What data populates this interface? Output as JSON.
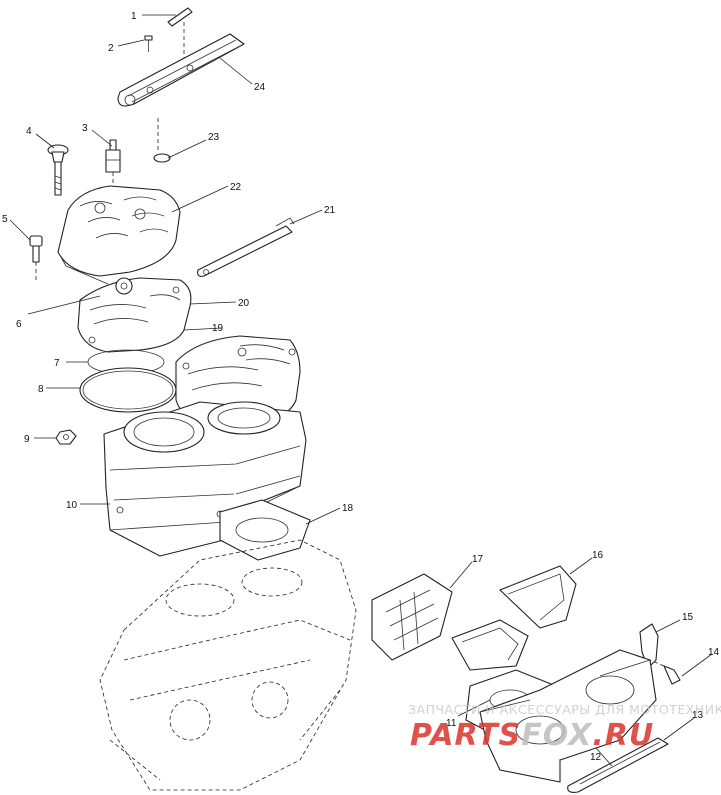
{
  "callouts": {
    "c1": "1",
    "c2": "2",
    "c3": "3",
    "c4": "4",
    "c5": "5",
    "c6": "6",
    "c7": "7",
    "c8": "8",
    "c9": "9",
    "c10": "10",
    "c11": "11",
    "c12": "12",
    "c13": "13",
    "c14": "14",
    "c15": "15",
    "c16": "16",
    "c17": "17",
    "c18": "18",
    "c19": "19",
    "c20": "20",
    "c21": "21",
    "c22": "22",
    "c23": "23",
    "c24": "24"
  },
  "watermark": {
    "tagline": "ЗАПЧАСТИ И АКСЕССУАРЫ ДЛЯ МОТОТЕХНИКИ",
    "logo_red": "PARTS",
    "logo_gray": "FOX",
    "logo_suffix": ".RU"
  },
  "colors": {
    "line": "#222222",
    "watermark_red": "#d9342b",
    "watermark_gray": "#bdbdbd"
  }
}
